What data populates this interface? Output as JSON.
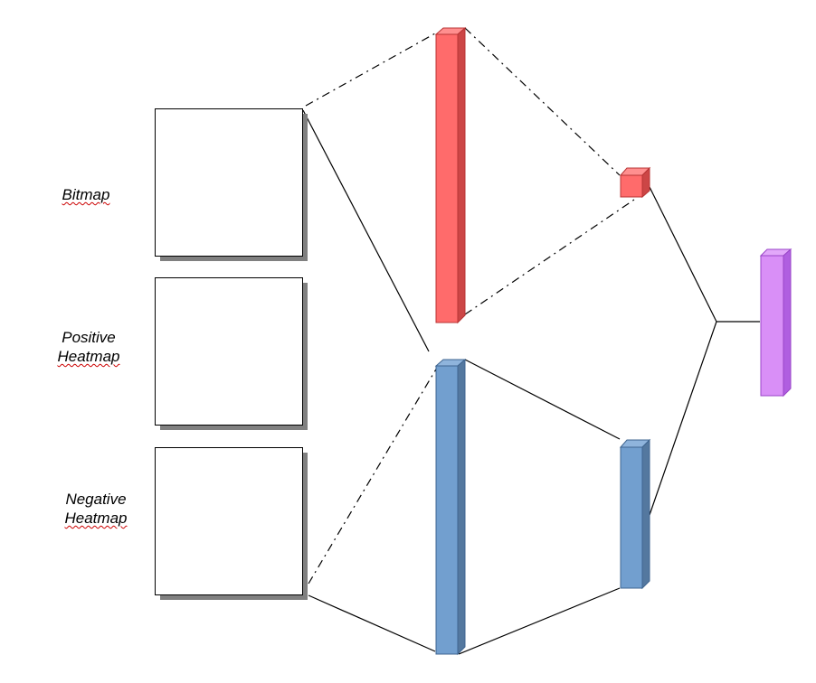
{
  "inputs": [
    {
      "id": "bitmap",
      "lines": [
        "Bitmap"
      ],
      "spellcheck": [
        true
      ]
    },
    {
      "id": "positive",
      "lines": [
        "Positive",
        "Heatmap"
      ],
      "spellcheck": [
        false,
        true
      ]
    },
    {
      "id": "negative",
      "lines": [
        "Negative",
        "Heatmap"
      ],
      "spellcheck": [
        false,
        true
      ]
    }
  ],
  "colors": {
    "red_front": "#ff6b6b",
    "red_top": "#ff8f8f",
    "red_side": "#cc4646",
    "red_stroke": "#b83434",
    "blue_front": "#729fcf",
    "blue_top": "#8fb4dc",
    "blue_side": "#54789f",
    "blue_stroke": "#3f6590",
    "purple_front": "#d98ff7",
    "purple_top": "#e2a8fa",
    "purple_side": "#b05ee0",
    "purple_stroke": "#9a46c8",
    "input_border": "#000000",
    "input_shadow": "#808080",
    "connector": "#000000"
  }
}
